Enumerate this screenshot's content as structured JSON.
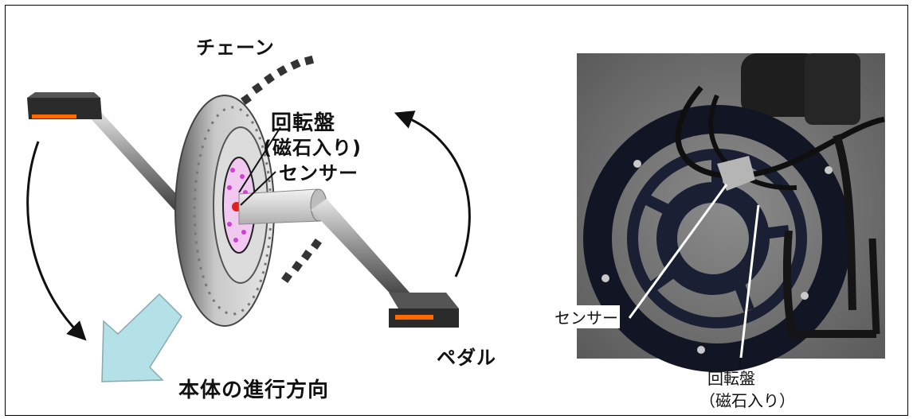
{
  "diagram": {
    "labels": {
      "chain": "チェーン",
      "disk": "回転盤",
      "disk_note": "(磁石入り)",
      "sensor": "センサー",
      "pedal": "ペダル",
      "direction": "本体の進行方向"
    }
  },
  "photo": {
    "labels": {
      "sensor": "センサー",
      "disk": "回転盤",
      "disk_note": "（磁石入り）"
    }
  },
  "colors": {
    "pedal_stripe": "#ff6a00",
    "pedal_body": "#333333",
    "arrow_fill": "#b4e0e8",
    "hub": "#f0c8f0",
    "sensor": "#e02020"
  }
}
